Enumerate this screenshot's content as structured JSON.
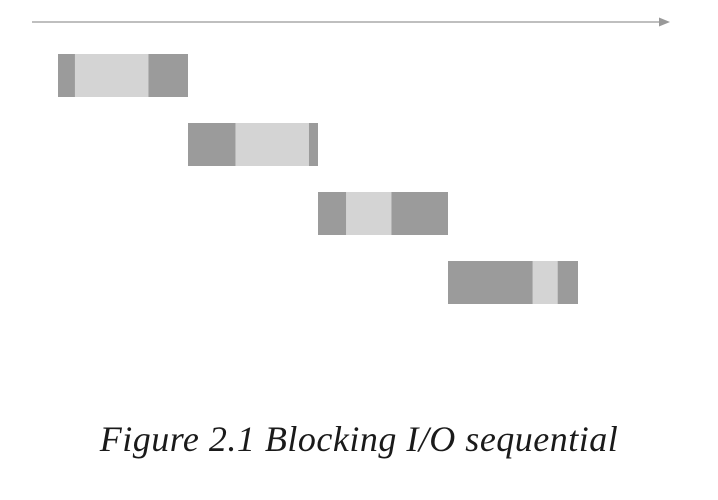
{
  "caption": "Figure 2.1 Blocking I/O sequential",
  "colors": {
    "dark_segment": "#9b9b9b",
    "light_segment": "#d4d4d4",
    "timeline_arrow": "#999999",
    "caption_text": "#1a1a1a"
  },
  "timeline": {
    "direction": "left-to-right",
    "arrowhead": "right"
  },
  "tasks": [
    {
      "segments": [
        {
          "kind": "dark",
          "units": 1.5
        },
        {
          "kind": "light",
          "units": 6.5
        },
        {
          "kind": "dark",
          "units": 3.5
        }
      ]
    },
    {
      "segments": [
        {
          "kind": "dark",
          "units": 4.2
        },
        {
          "kind": "light",
          "units": 6.5
        },
        {
          "kind": "dark",
          "units": 0.8
        }
      ]
    },
    {
      "segments": [
        {
          "kind": "dark",
          "units": 2.5
        },
        {
          "kind": "light",
          "units": 4.0
        },
        {
          "kind": "dark",
          "units": 5.0
        }
      ]
    },
    {
      "segments": [
        {
          "kind": "dark",
          "units": 7.5
        },
        {
          "kind": "light",
          "units": 2.2
        },
        {
          "kind": "dark",
          "units": 1.8
        }
      ]
    }
  ]
}
